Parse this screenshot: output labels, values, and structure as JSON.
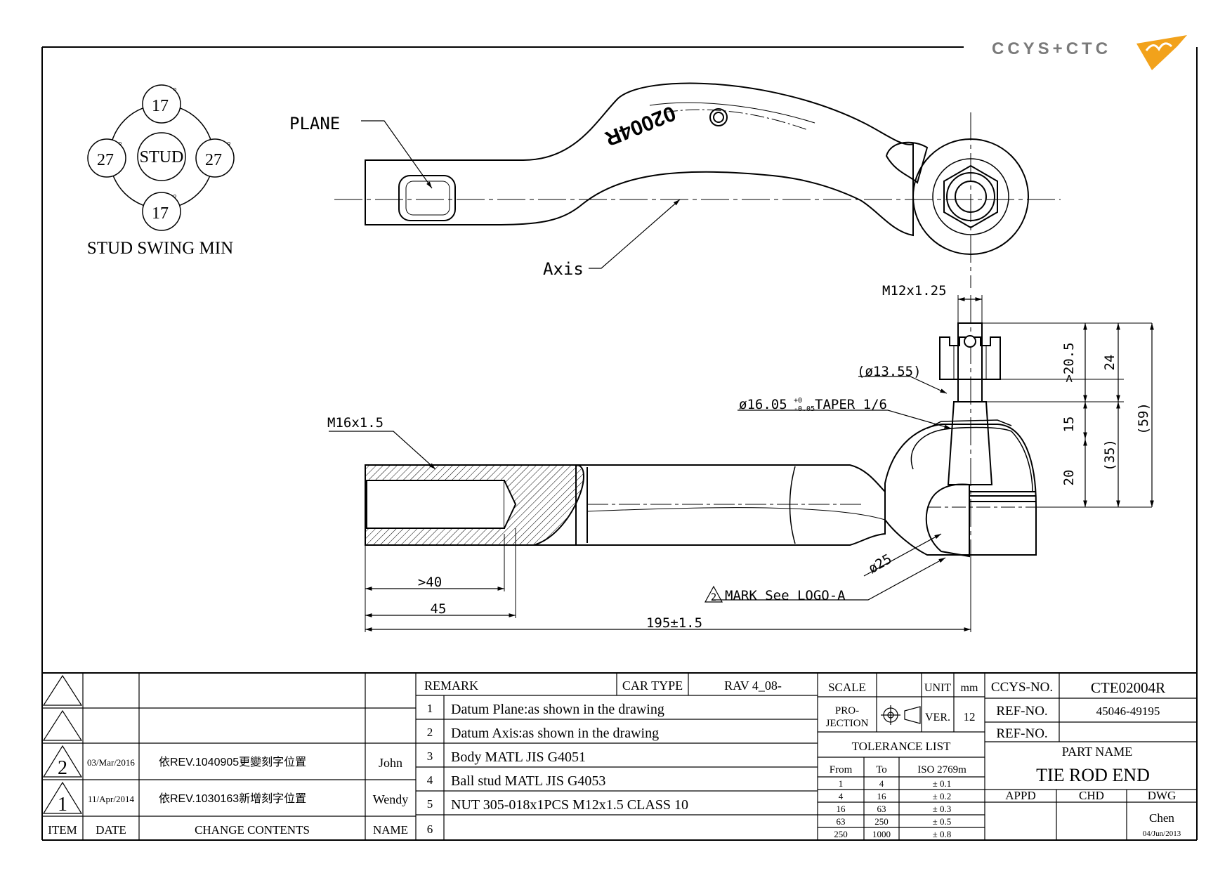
{
  "logo": {
    "text": "CCYS+CTC"
  },
  "swing": {
    "title": "STUD SWING MIN",
    "center": "STUD",
    "top": "17",
    "bottom": "17",
    "left": "27",
    "right": "27",
    "deg": "°"
  },
  "top_view": {
    "plane_label": "PLANE",
    "axis_label": "Axis",
    "part_marking": "02004R"
  },
  "side_view": {
    "thread_stud": "M12x1.25",
    "thread_body": "M16x1.5",
    "dia_1355": "(ø13.55)",
    "taper_prefix": "ø16.05",
    "taper_tol_top": "+0",
    "taper_tol_bot": "-0.05",
    "taper_suffix": "TAPER 1/6",
    "dim_205": ">20.5",
    "dim_24": "24",
    "dim_59": "(59)",
    "dim_15": "15",
    "dim_35": "(35)",
    "dim_20": "20",
    "dia_25": "ø25",
    "mark_num": "2",
    "mark_text": "MARK See LOGO-A",
    "dim_40": ">40",
    "dim_45": "45",
    "dim_195": "195±1.5"
  },
  "revisions": {
    "headers": {
      "item": "ITEM",
      "date": "DATE",
      "contents": "CHANGE CONTENTS",
      "name": "NAME"
    },
    "rows": [
      {
        "item": "",
        "date": "",
        "contents": "",
        "name": ""
      },
      {
        "item": "",
        "date": "",
        "contents": "",
        "name": ""
      },
      {
        "item": "2",
        "date": "03/Mar/2016",
        "contents": "依REV.1040905更變刻字位置",
        "name": "John"
      },
      {
        "item": "1",
        "date": "11/Apr/2014",
        "contents": "依REV.1030163新增刻字位置",
        "name": "Wendy"
      }
    ]
  },
  "remarks": {
    "header": "REMARK",
    "car_type_label": "CAR TYPE",
    "car_type": "RAV 4_08-",
    "items": [
      {
        "num": "1",
        "text": "Datum Plane:as shown in the drawing"
      },
      {
        "num": "2",
        "text": "Datum Axis:as shown in the drawing"
      },
      {
        "num": "3",
        "text": "Body MATL JIS G4051"
      },
      {
        "num": "4",
        "text": "Ball stud MATL JIS G4053"
      },
      {
        "num": "5",
        "text": "NUT 305-018x1PCS M12x1.5 CLASS 10"
      },
      {
        "num": "6",
        "text": ""
      }
    ]
  },
  "title_block": {
    "scale_label": "SCALE",
    "scale": "",
    "unit_label": "UNIT",
    "unit": "mm",
    "projection_label_1": "PRO-",
    "projection_label_2": "JECTION",
    "ver_label": "VER.",
    "ver": "12",
    "tolerance_title": "TOLERANCE LIST",
    "tol_headers": {
      "from": "From",
      "to": "To",
      "iso": "ISO 2769m"
    },
    "tolerances": [
      {
        "from": "1",
        "to": "4",
        "tol": "± 0.1"
      },
      {
        "from": "4",
        "to": "16",
        "tol": "± 0.2"
      },
      {
        "from": "16",
        "to": "63",
        "tol": "± 0.3"
      },
      {
        "from": "63",
        "to": "250",
        "tol": "± 0.5"
      },
      {
        "from": "250",
        "to": "1000",
        "tol": "± 0.8"
      }
    ],
    "ccys_no_label": "CCYS-NO.",
    "ccys_no": "CTE02004R",
    "ref_no_label": "REF-NO.",
    "ref_no": "45046-49195",
    "ref_no2_label": "REF-NO.",
    "ref_no2": "",
    "part_name_label": "PART NAME",
    "part_name": "TIE ROD END",
    "appd_label": "APPD",
    "chd_label": "CHD",
    "dwg_label": "DWG",
    "dwg_name": "Chen",
    "dwg_date": "04/Jun/2013"
  }
}
